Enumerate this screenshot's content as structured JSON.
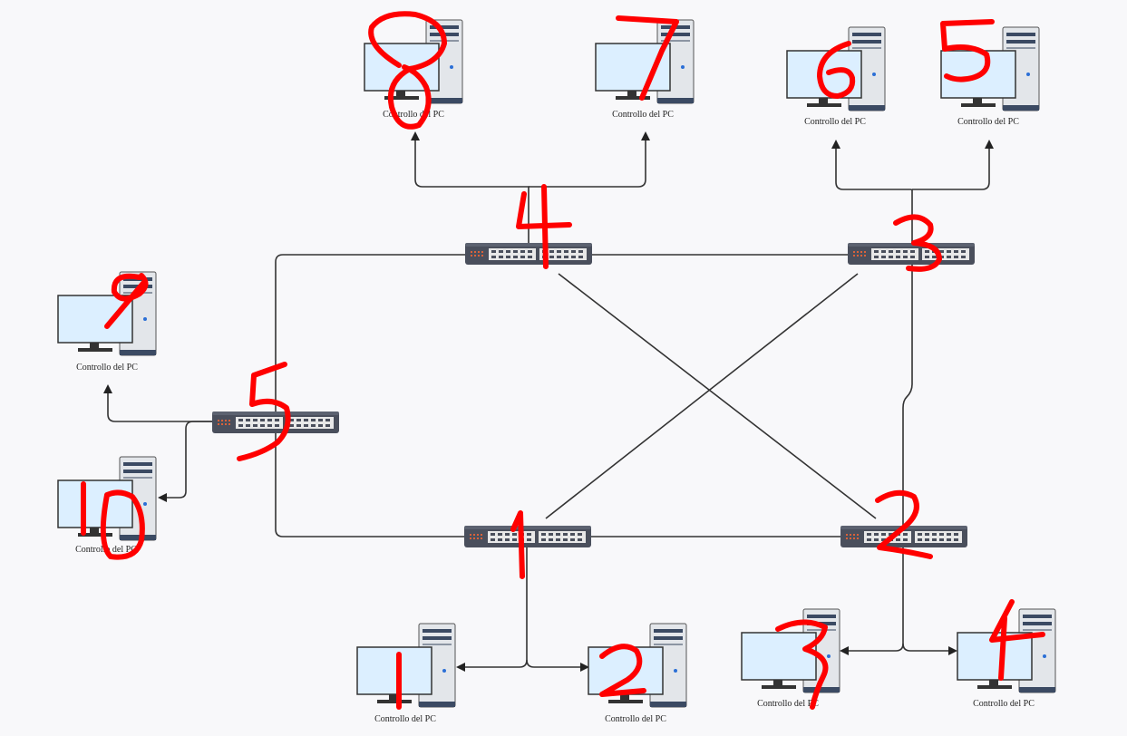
{
  "pc_label": "Controllo del PC",
  "colors": {
    "background": "#f8f8fa",
    "link": "#333333",
    "switch_body": "#4a4f5c",
    "port": "#e8e8e8",
    "port_led": "#d9623a",
    "monitor_screen": "#dcefff",
    "tower": "#e3e6ea",
    "handwriting": "#ff0000"
  },
  "icons": {
    "switch": "network-switch-icon",
    "computer": "desktop-computer-icon"
  },
  "handwritten_numbers": [
    "1",
    "2",
    "3",
    "4",
    "5",
    "6",
    "7",
    "8",
    "9",
    "10"
  ]
}
